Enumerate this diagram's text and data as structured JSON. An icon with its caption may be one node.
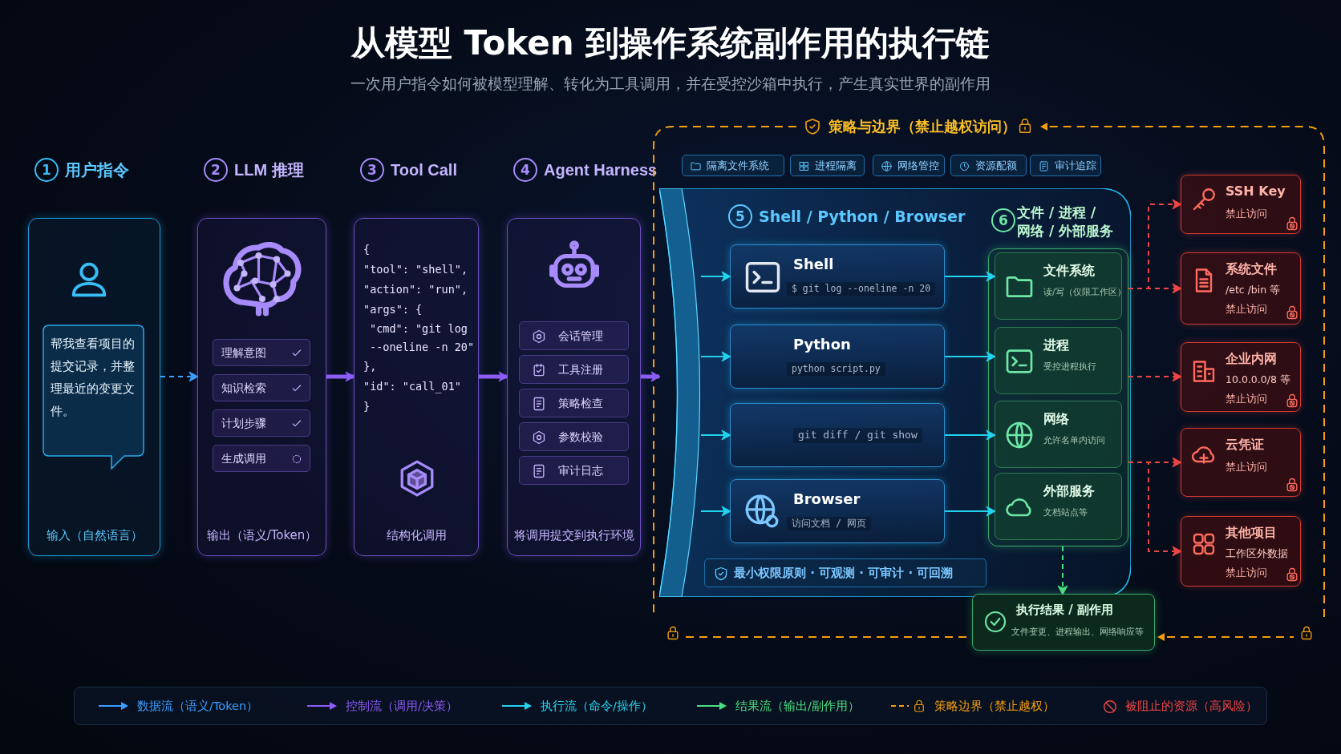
{
  "diagram": {
    "title": "从模型 Token 到操作系统副作用的执行链",
    "nodes": [
      {
        "text": [
          "1",
          "用户指令",
          "输入（自然语言）"
        ]
      },
      {
        "text": [
          "帮我查看项目的提交记录，并整理最近的变更文件。"
        ],
        "in": 0
      },
      {
        "text": [
          "2",
          "LLM 推理",
          "输出（语义/Token）"
        ]
      },
      {
        "text": [
          "理解意图"
        ],
        "in": 2
      },
      {
        "text": [
          "知识检索"
        ],
        "in": 2
      },
      {
        "text": [
          "计划步骤"
        ],
        "in": 2
      },
      {
        "text": [
          "生成调用"
        ],
        "in": 2
      },
      {
        "text": [
          "3",
          "Tool Call",
          "{",
          "\"tool\": \"shell\",",
          "\"action\": \"run\",",
          "\"args\": {",
          "\"cmd\": \"git log --oneline -n 20\"",
          "},",
          "\"id\": \"call_01\"",
          "}",
          "结构化调用"
        ]
      },
      {
        "text": [
          "4",
          "Agent Harness",
          "将调用提交到执行环境"
        ]
      },
      {
        "text": [
          "会话管理"
        ],
        "in": 8
      },
      {
        "text": [
          "工具注册"
        ],
        "in": 8
      },
      {
        "text": [
          "策略检查"
        ],
        "in": 8
      },
      {
        "text": [
          "参数校验"
        ],
        "in": 8
      },
      {
        "text": [
          "审计日志"
        ],
        "in": 8
      },
      {
        "text": [
          "策略与边界（禁止越权访问）"
        ]
      },
      {
        "text": [
          "隔离文件系统"
        ],
        "in": 14
      },
      {
        "text": [
          "进程隔离"
        ],
        "in": 14
      },
      {
        "text": [
          "网络管控"
        ],
        "in": 14
      },
      {
        "text": [
          "资源配额"
        ],
        "in": 14
      },
      {
        "text": [
          "审计追踪"
        ],
        "in": 14
      },
      {
        "text": [
          "5",
          "Shell / Python / Browser"
        ],
        "in": 14
      },
      {
        "text": [
          "Shell",
          "$ git log --oneline -n 20"
        ],
        "in": 20
      },
      {
        "text": [
          "Python",
          "python script.py"
        ],
        "in": 20
      },
      {
        "text": [
          "git diff / git show"
        ],
        "in": 20
      },
      {
        "text": [
          "Browser",
          "访问文档 / 网页"
        ],
        "in": 20
      },
      {
        "text": [
          "6",
          "文件 / 进程 / 网络 / 外部服务"
        ],
        "in": 20
      },
      {
        "text": [
          "文件系统",
          "读/写（仅限工作区）"
        ],
        "in": 25
      },
      {
        "text": [
          "进程",
          "受控进程执行"
        ],
        "in": 25
      },
      {
        "text": [
          "网络",
          "允许名单内访问"
        ],
        "in": 25
      },
      {
        "text": [
          "外部服务",
          "文档站点等"
        ],
        "in": 25
      },
      {
        "text": [
          "最小权限原则 · 可观测 · 可审计 · 可回溯"
        ],
        "in": 20
      },
      {
        "text": [
          "执行结果 / 副作用",
          "文件变更、进程输出、网络响应等"
        ]
      },
      {
        "text": [
          "SSH Key",
          "禁止访问"
        ],
        "in": 14
      },
      {
        "text": [
          "系统文件",
          "/etc /bin 等",
          "禁止访问"
        ],
        "in": 14
      },
      {
        "text": [
          "企业内网",
          "10.0.0.0/8 等",
          "禁止访问"
        ],
        "in": 14
      },
      {
        "text": [
          "云凭证",
          "禁止访问"
        ],
        "in": 14
      },
      {
        "text": [
          "其他项目",
          "工作区外数据",
          "禁止访问"
        ],
        "in": 14
      }
    ],
    "edges": [
      {
        "from": 0,
        "to": 2,
        "arrow": "to",
        "style": "dashed",
        "color": "#3b9eff"
      },
      {
        "from": 2,
        "to": 7,
        "arrow": "to",
        "style": "thick",
        "color": "#8b5cf6"
      },
      {
        "from": 7,
        "to": 8,
        "arrow": "to",
        "style": "thick",
        "color": "#8b5cf6"
      },
      {
        "from": 8,
        "to": 20,
        "arrow": "to",
        "style": "thick",
        "color": "#8b5cf6"
      },
      {
        "from": 20,
        "to": 21,
        "arrow": "to"
      },
      {
        "from": 20,
        "to": 22,
        "arrow": "to"
      },
      {
        "from": 20,
        "to": 23,
        "arrow": "to"
      },
      {
        "from": 20,
        "to": 24,
        "arrow": "to"
      },
      {
        "from": 21,
        "to": 26,
        "arrow": "to"
      },
      {
        "from": 22,
        "to": 27,
        "arrow": "to"
      },
      {
        "from": 23,
        "to": 28,
        "arrow": "to"
      },
      {
        "from": 24,
        "to": 29,
        "arrow": "to"
      },
      {
        "from": 25,
        "to": 31,
        "arrow": "to",
        "style": "dashed",
        "color": "#4ade80"
      },
      {
        "from": 25,
        "to": 32,
        "arrow": "to",
        "style": "dashed",
        "color": "#ef4444"
      },
      {
        "from": 25,
        "to": 33,
        "arrow": "to",
        "style": "dashed",
        "color": "#ef4444"
      },
      {
        "from": 25,
        "to": 34,
        "arrow": "to",
        "style": "dashed",
        "color": "#ef4444"
      },
      {
        "from": 25,
        "to": 35,
        "arrow": "to",
        "style": "dashed",
        "color": "#ef4444"
      },
      {
        "from": 25,
        "to": 36,
        "arrow": "to",
        "style": "dashed",
        "color": "#ef4444"
      }
    ],
    "labels": [
      "一次用户指令如何被模型理解、转化为工具调用，并在受控沙箱中执行，产生真实世界的副作用"
    ],
    "legend": [
      {
        "text": "数据流（语义/Token）"
      },
      {
        "text": "控制流（调用/决策）"
      },
      {
        "text": "执行流（命令/操作）"
      },
      {
        "text": "结果流（输出/副作用）"
      },
      {
        "text": "策略边界（禁止越权）"
      },
      {
        "text": "被阻止的资源（高风险）"
      }
    ]
  }
}
